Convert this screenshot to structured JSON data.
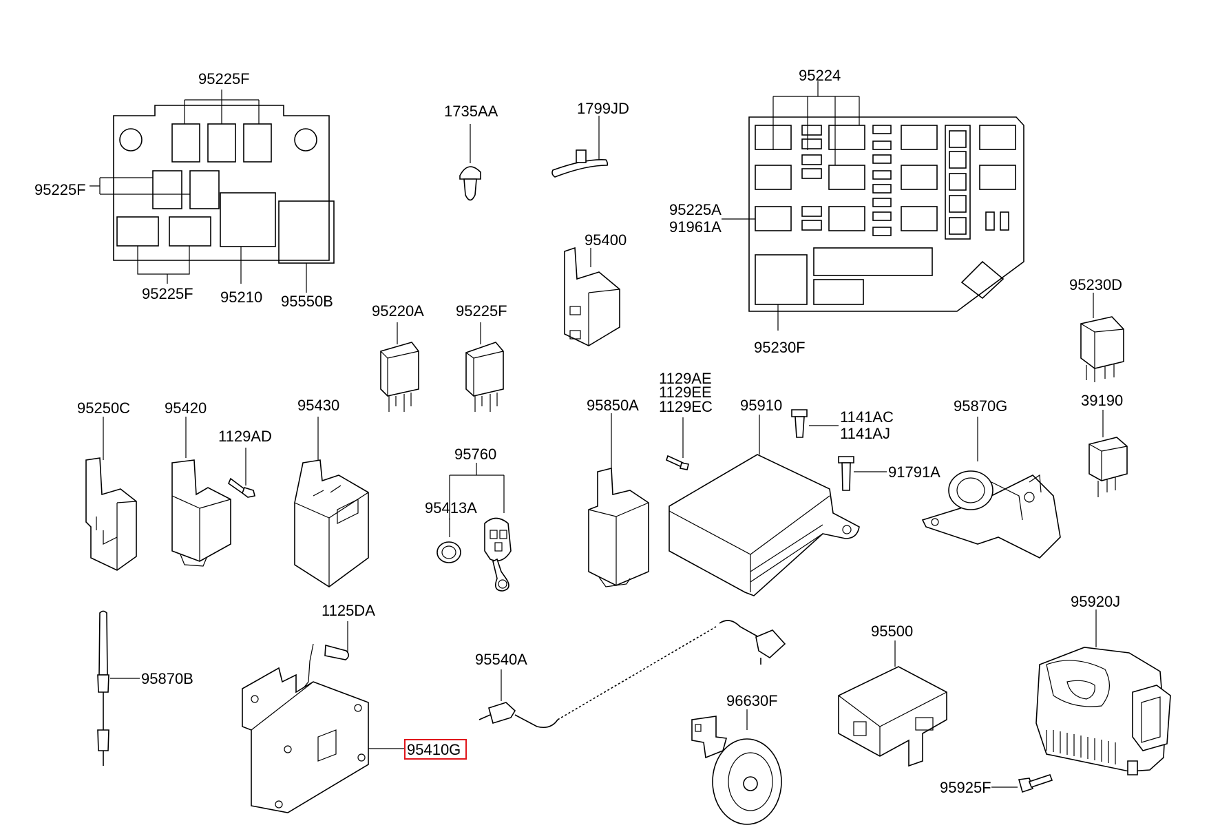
{
  "diagram": {
    "labels": {
      "fuse_box_relay_f_top": "95225F",
      "fuse_box_relay_f_left": "95225F",
      "fuse_box_relay_f_bottom": "95225F",
      "fuse_box_95210": "95210",
      "fuse_box_95550b": "95550B",
      "clip_1735aa": "1735AA",
      "tie_1799jd": "1799JD",
      "relay_box_95224": "95224",
      "relay_box_95225a": "95225A",
      "relay_box_91961a": "91961A",
      "relay_box_95230f": "95230F",
      "bracket_95400": "95400",
      "relay_95220a": "95220A",
      "relay_95225f_single": "95225F",
      "relay_95230d": "95230D",
      "relay_39190": "39190",
      "module_95250c": "95250C",
      "module_95420": "95420",
      "screw_1129ad": "1129AD",
      "module_95430": "95430",
      "transmitter_95760": "95760",
      "ring_95413a": "95413A",
      "module_95850a": "95850A",
      "screw_1129ae": "1129AE",
      "screw_1129ee": "1129EE",
      "screw_1129ec": "1129EC",
      "ecu_95910": "95910",
      "bolt_1141ac": "1141AC",
      "bolt_1141aj": "1141AJ",
      "bolt_91791a": "91791A",
      "sensor_95870g": "95870G",
      "antenna_95870b": "95870B",
      "bolt_1125da": "1125DA",
      "module_95410g": "95410G",
      "cable_95540a": "95540A",
      "horn_96630f": "96630F",
      "module_95500": "95500",
      "siren_95920j": "95920J",
      "bolt_95925f": "95925F"
    },
    "highlight_color": "#e0161b"
  }
}
